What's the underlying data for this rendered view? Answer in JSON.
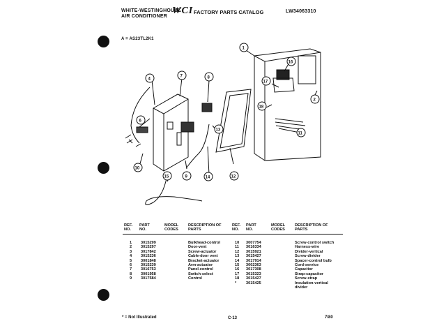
{
  "header": {
    "brand_line1": "WHITE-WESTINGHOUSE",
    "brand_line2": "AIR CONDITIONER",
    "logo": "WCI",
    "catalog_title": "FACTORY PARTS CATALOG",
    "doc_number": "LW34063310",
    "model_line": "A = AS23TL2K1"
  },
  "diagram": {
    "callouts": [
      "1",
      "2",
      "4",
      "6",
      "7",
      "8",
      "9",
      "10",
      "11",
      "12",
      "13",
      "14",
      "15",
      "16",
      "17",
      "18"
    ]
  },
  "table": {
    "headers_left": [
      "REF. NO.",
      "PART NO.",
      "MODEL CODES",
      "DESCRIPTION OF PARTS"
    ],
    "headers_right": [
      "REF. NO.",
      "PART NO.",
      "MODEL CODES",
      "DESCRIPTION OF PARTS"
    ],
    "left_rows": [
      {
        "ref": "1",
        "part": "3015299",
        "desc": "Bulkhead-control"
      },
      {
        "ref": "2",
        "part": "3015297",
        "desc": "Door-vent"
      },
      {
        "ref": "3",
        "part": "3017842",
        "desc": "Screw-actuator"
      },
      {
        "ref": "4",
        "part": "3015236",
        "desc": "Cable-door vent"
      },
      {
        "ref": "5",
        "part": "3001848",
        "desc": "Bracket-actuator"
      },
      {
        "ref": "6",
        "part": "3015239",
        "desc": "Arm-actuator"
      },
      {
        "ref": "7",
        "part": "3016753",
        "desc": "Panel-control"
      },
      {
        "ref": "8",
        "part": "3001958",
        "desc": "Switch-select"
      },
      {
        "ref": "9",
        "part": "3017584",
        "desc": "Control"
      }
    ],
    "right_rows": [
      {
        "ref": "10",
        "part": "3007754",
        "desc": "Screw-control switch"
      },
      {
        "ref": "11",
        "part": "3016334",
        "desc": "Harness-wire"
      },
      {
        "ref": "12",
        "part": "3015921",
        "desc": "Divider-vertical"
      },
      {
        "ref": "13",
        "part": "3015427",
        "desc": "Screw-divider"
      },
      {
        "ref": "14",
        "part": "3017914",
        "desc": "Spacer-control bulb"
      },
      {
        "ref": "15",
        "part": "3002363",
        "desc": "Cord-service"
      },
      {
        "ref": "16",
        "part": "3017308",
        "desc": "Capacitor"
      },
      {
        "ref": "17",
        "part": "3015323",
        "desc": "Strap-capacitor"
      },
      {
        "ref": "18",
        "part": "3015427",
        "desc": "Screw-strap"
      },
      {
        "ref": "*",
        "part": "3015425",
        "desc": "Insulation-vertical divider"
      }
    ]
  },
  "footer": {
    "note": "* = Not Illustrated",
    "page": "C-13",
    "date": "7/80"
  }
}
